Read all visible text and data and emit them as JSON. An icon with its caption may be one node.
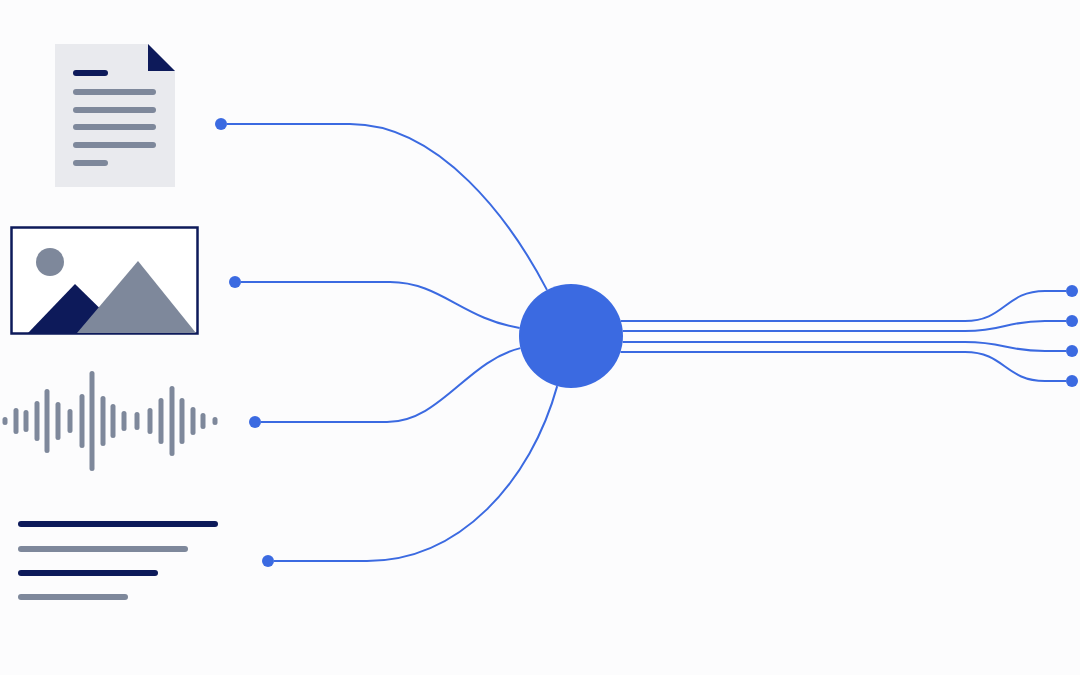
{
  "diagram": {
    "nodes": [
      {
        "text": [],
        "shape": "picture"
      },
      {
        "text": [],
        "shape": "circle"
      },
      {
        "text": [],
        "shape": "picture"
      },
      {
        "text": [],
        "shape": "circle"
      },
      {
        "text": [],
        "shape": "picture"
      },
      {
        "text": [],
        "shape": "circle"
      },
      {
        "text": [],
        "shape": "picture"
      },
      {
        "text": [],
        "shape": "circle"
      },
      {
        "text": [],
        "shape": "circle"
      },
      {
        "text": [],
        "shape": "circle"
      },
      {
        "text": [],
        "shape": "circle"
      },
      {
        "text": [],
        "shape": "circle"
      },
      {
        "text": [],
        "shape": "circle"
      }
    ],
    "edges": [
      {
        "from": 1,
        "to": 8,
        "arrow": "none"
      },
      {
        "from": 3,
        "to": 8,
        "arrow": "none"
      },
      {
        "from": 5,
        "to": 8,
        "arrow": "none"
      },
      {
        "from": 7,
        "to": 8,
        "arrow": "none"
      },
      {
        "from": 8,
        "to": 9,
        "arrow": "none"
      },
      {
        "from": 8,
        "to": 10,
        "arrow": "none"
      },
      {
        "from": 8,
        "to": 11,
        "arrow": "none"
      },
      {
        "from": 8,
        "to": 12,
        "arrow": "none"
      }
    ]
  }
}
